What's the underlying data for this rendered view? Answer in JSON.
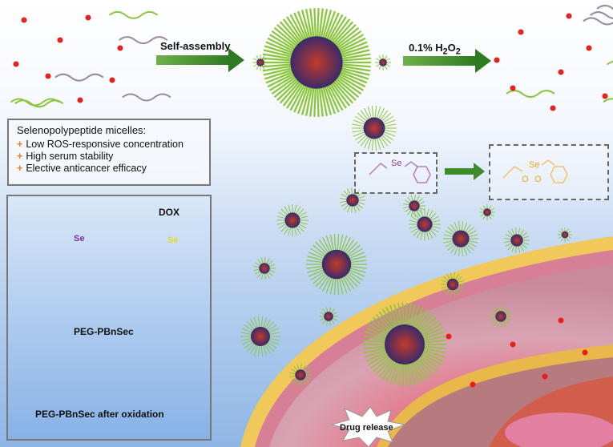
{
  "arrows": {
    "self_assembly": "Self-assembly",
    "oxidant": "0.1% H",
    "oxidant_sub": "2",
    "oxidant_end": "O",
    "oxidant_sub2": "2"
  },
  "features_box": {
    "title": "Selenopolypeptide micelles:",
    "items": [
      "Low ROS-responsive concentration",
      "High serum stability",
      "Elective anticancer efficacy"
    ]
  },
  "legend_box": {
    "dox_label": "DOX",
    "se_label": "Se",
    "se_oxidized_label": "Se",
    "polymer_label": "PEG-PBnSec",
    "oxidized_polymer_label": "PEG-PBnSec after oxidation"
  },
  "reaction": {
    "before_se": "Se",
    "after_se": "Se",
    "after_o1": "O",
    "after_o2": "O"
  },
  "cell": {
    "drug_release": "Drug release"
  },
  "colors": {
    "peg": "#8cc63f",
    "arrow": "#3d8b2a",
    "dox": "#e8201c",
    "selenide": "#7a2fa0",
    "selenone": "#f0a21a",
    "membrane": "#e7b94a"
  }
}
